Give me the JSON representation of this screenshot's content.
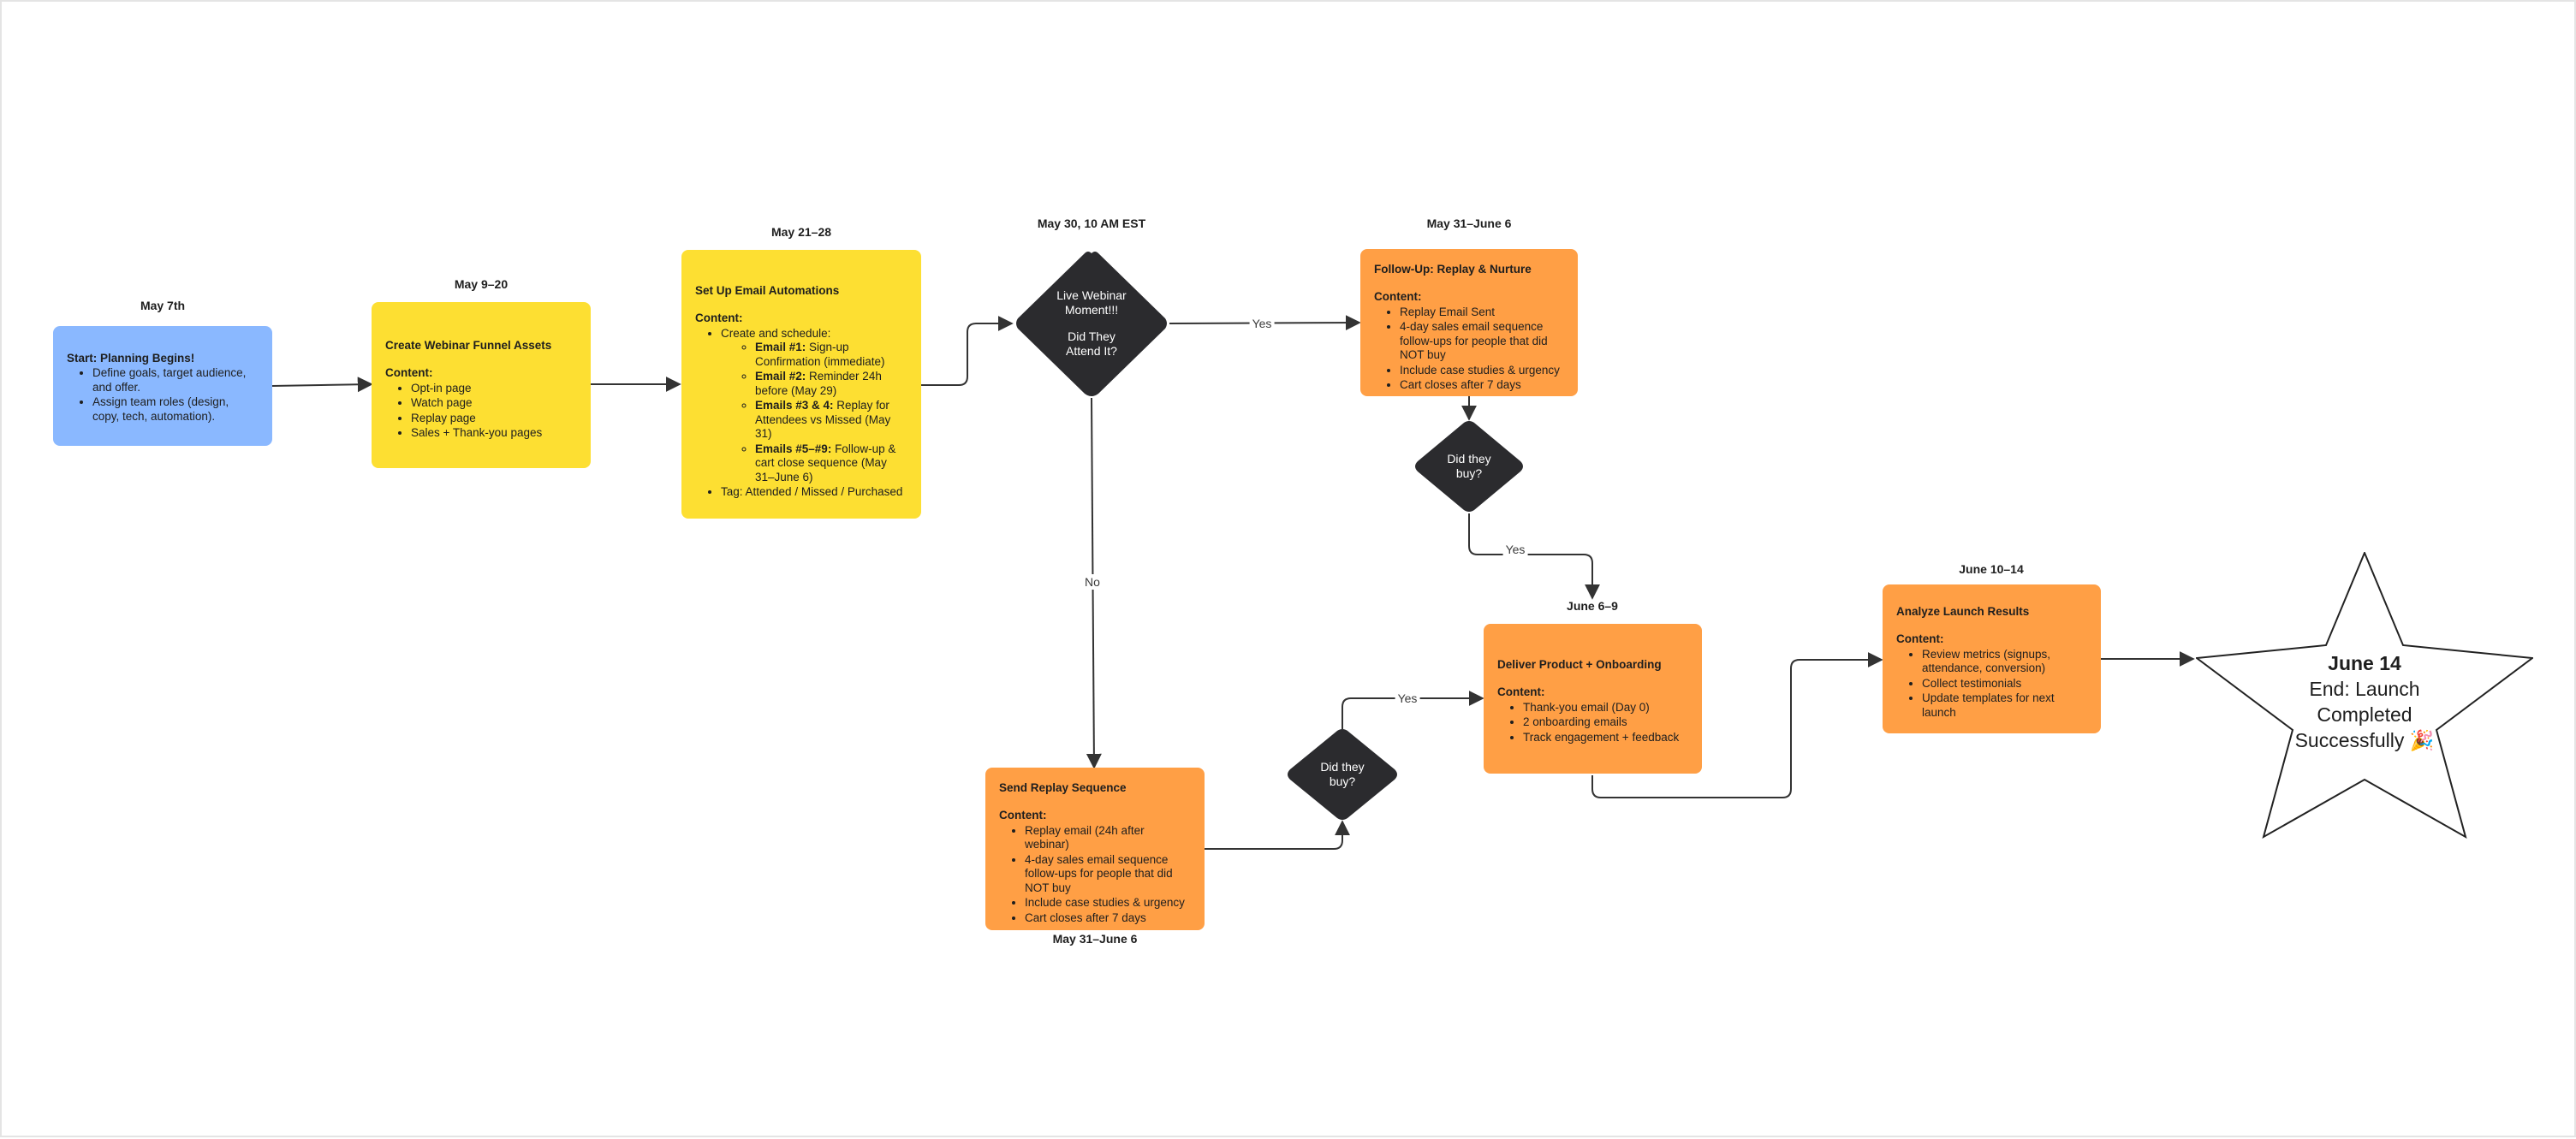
{
  "dates": {
    "start": "May 7th",
    "funnel": "May 9–20",
    "email": "May 21–28",
    "webinar": "May 30, 10 AM EST",
    "followup": "May 31–June 6",
    "replay": "May 31–June 6",
    "deliver": "June 6–9",
    "analyze": "June 10–14"
  },
  "edge_labels": {
    "webinar_yes": "Yes",
    "webinar_no": "No",
    "followup_buy_yes": "Yes",
    "replay_buy_yes": "Yes"
  },
  "start": {
    "title": "Start: Planning Begins!",
    "items": [
      "Define goals, target audience, and offer.",
      "Assign team roles (design, copy, tech, automation)."
    ]
  },
  "funnel": {
    "title": "Create Webinar Funnel Assets",
    "content_label": "Content:",
    "items": [
      "Opt-in page",
      "Watch page",
      "Replay page",
      "Sales + Thank-you pages"
    ]
  },
  "email": {
    "title": "Set Up Email Automations",
    "content_label": "Content:",
    "intro": "Create and schedule:",
    "emails": [
      {
        "bold": "Email #1:",
        "text": " Sign-up Confirmation (immediate)"
      },
      {
        "bold": "Email #2:",
        "text": " Reminder 24h before (May 29)"
      },
      {
        "bold": "Emails #3 & 4:",
        "text": " Replay for Attendees vs Missed (May 31)"
      },
      {
        "bold": "Emails #5–#9:",
        "text": " Follow-up & cart close sequence (May 31–June 6)"
      }
    ],
    "tag": "Tag: Attended / Missed / Purchased"
  },
  "webinar": {
    "lines": [
      "Live Webinar",
      "Moment!!!",
      "",
      "Did They",
      "Attend It?"
    ]
  },
  "followup": {
    "title": "Follow-Up: Replay & Nurture",
    "content_label": "Content:",
    "items": [
      "Replay Email Sent",
      "4-day sales email sequence follow-ups for people that did NOT buy",
      "Include case studies & urgency",
      "Cart closes after 7 days"
    ]
  },
  "followup_buy": {
    "lines": [
      "Did  they",
      "buy?"
    ]
  },
  "replay": {
    "title": "Send Replay Sequence",
    "content_label": "Content:",
    "items": [
      "Replay email (24h after webinar)",
      "4-day sales email sequence follow-ups for people that did NOT buy",
      "Include case studies & urgency",
      "Cart closes after 7 days"
    ]
  },
  "replay_buy": {
    "lines": [
      "Did  they",
      "buy?"
    ]
  },
  "deliver": {
    "title": "Deliver Product + Onboarding",
    "content_label": "Content:",
    "items": [
      "Thank-you email (Day 0)",
      "2 onboarding emails",
      "Track engagement + feedback"
    ]
  },
  "analyze": {
    "title": "Analyze Launch Results",
    "content_label": "Content:",
    "items": [
      "Review metrics (signups, attendance, conversion)",
      "Collect testimonials",
      "Update templates for next launch"
    ]
  },
  "end": {
    "heading": "June 14",
    "lines": [
      "End: Launch",
      "Completed",
      "Successfully 🎉"
    ]
  },
  "colors": {
    "start": "#8ab8ff",
    "yellow": "#fddf32",
    "orange": "#ff9f45",
    "decision": "#2b2b2e",
    "connector": "#333333"
  }
}
